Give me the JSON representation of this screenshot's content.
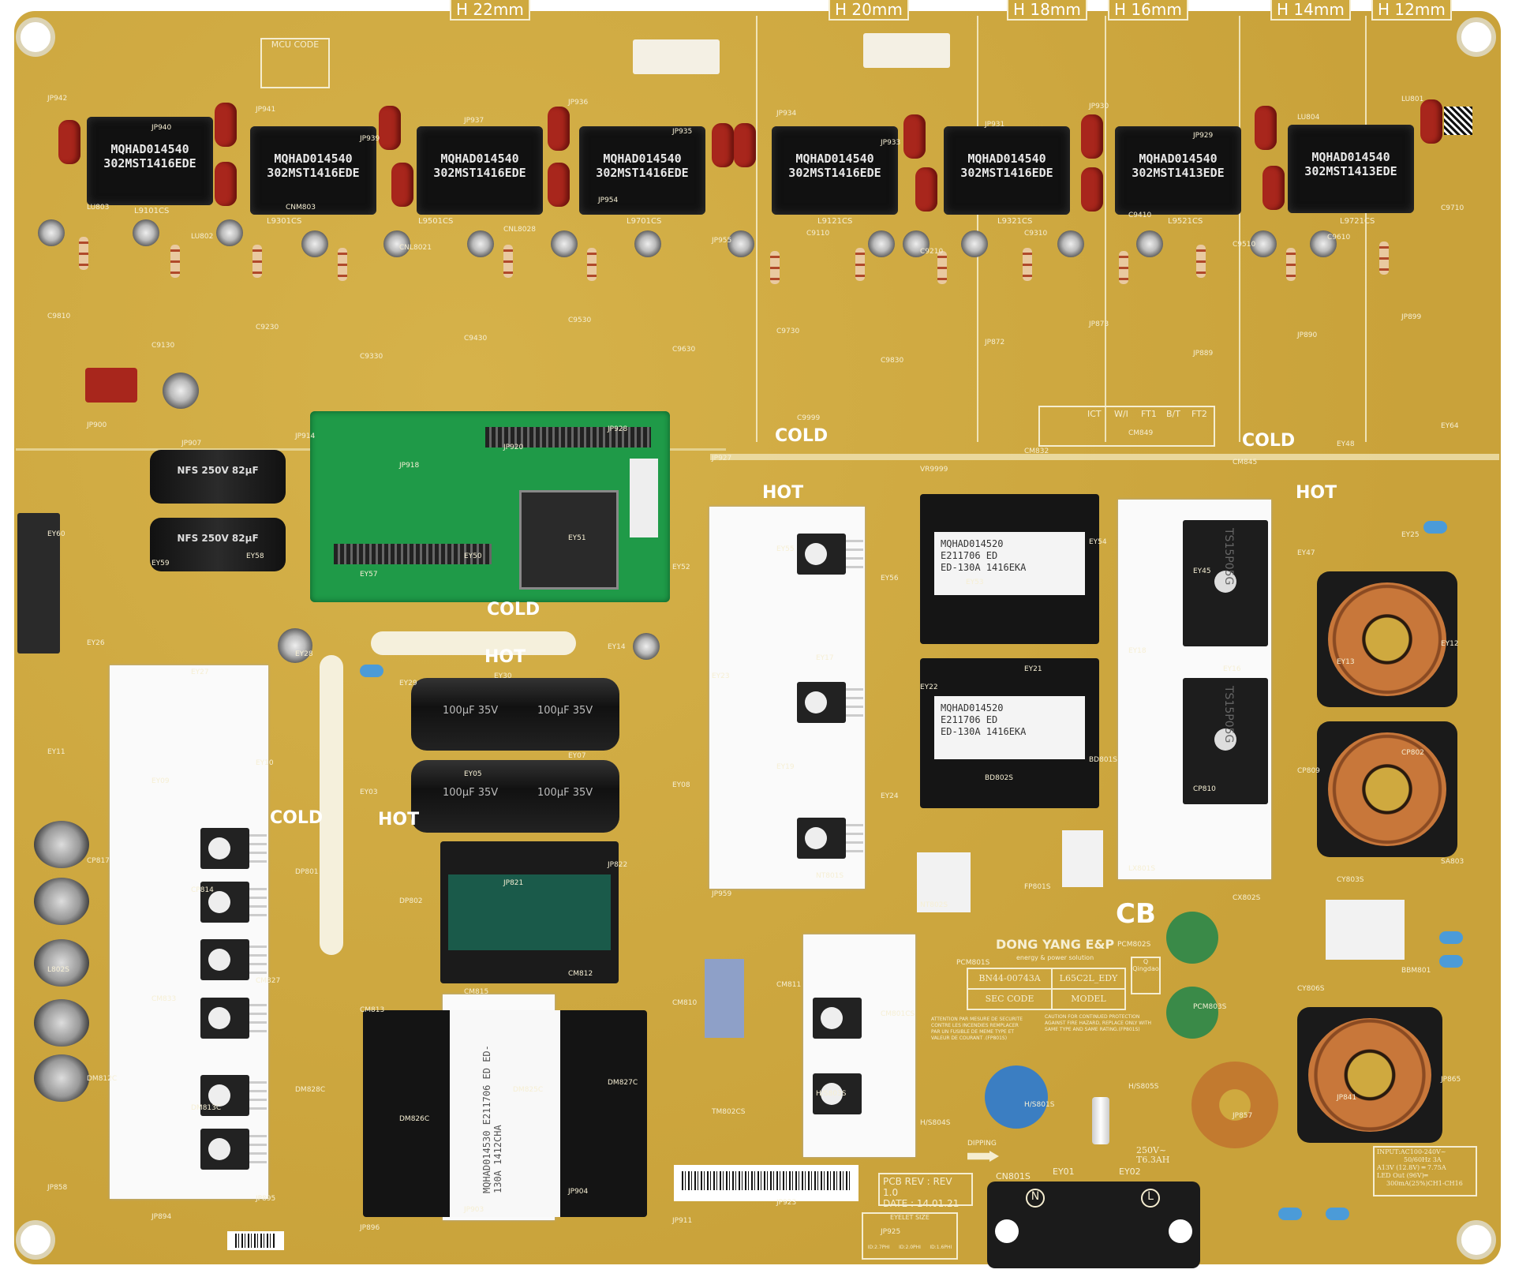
{
  "height_marks": [
    "H 22mm",
    "H 20mm",
    "H 18mm",
    "H 16mm",
    "H 14mm",
    "H 12mm"
  ],
  "mcu_code": "MCU CODE",
  "inductors": [
    {
      "line1": "MQHAD014540",
      "line2": "302MST1416EDE",
      "ref": "L9101CS"
    },
    {
      "line1": "MQHAD014540",
      "line2": "302MST1416EDE",
      "ref": "L9301CS"
    },
    {
      "line1": "MQHAD014540",
      "line2": "302MST1416EDE",
      "ref": "L9501CS"
    },
    {
      "line1": "MQHAD014540",
      "line2": "302MST1416EDE",
      "ref": "L9701CS"
    },
    {
      "line1": "MQHAD014540",
      "line2": "302MST1416EDE",
      "ref": "L9121CS"
    },
    {
      "line1": "MQHAD014540",
      "line2": "302MST1416EDE",
      "ref": "L9321CS"
    },
    {
      "line1": "MQHAD014540",
      "line2": "302MST1413EDE",
      "ref": "L9521CS"
    },
    {
      "line1": "MQHAD014540",
      "line2": "302MST1413EDE",
      "ref": "L9721CS"
    }
  ],
  "zones": {
    "cold1": "COLD",
    "cold2": "COLD",
    "cold3": "COLD",
    "cold4": "COLD",
    "hot1": "HOT",
    "hot2": "HOT",
    "hot3": "HOT",
    "hot4": "HOT",
    "cb": "CB"
  },
  "test_pads": [
    "ICT",
    "W/I",
    "FT1",
    "B/T",
    "FT2"
  ],
  "capacitors": {
    "small_black": "NFS 250V 82µF",
    "large": "100µF 35V"
  },
  "transformers": [
    {
      "l1": "MQHAD014520",
      "l2": "E211706 ED",
      "l3": "ED-130A 1416EKA"
    },
    {
      "l1": "MQHAD014520",
      "l2": "E211706 ED",
      "l3": "ED-130A 1416EKA"
    },
    {
      "l1": "MQHAD014530",
      "l2": "E211706 ED",
      "l3": "ED-130A 1412CHA"
    }
  ],
  "rectifiers": [
    "TS15P05G",
    "TS15P05G"
  ],
  "label_block": {
    "brand": "DONG YANG E&P",
    "tagline": "energy & power solution",
    "sec_code_value": "BN44-00743A",
    "model_value": "L65C2L_EDY",
    "sec_code_label": "SEC CODE",
    "model_label": "MODEL",
    "origin_q": "Q",
    "origin": "Qingdao"
  },
  "attention": "ATTENTION PAR MESURE DE SECURITE CONTRE LES INCENDIES REMPLACER PAR UN FUSIBLE DE MEME TYPE ET VALEUR DE COURANT .(FP801S)",
  "caution": "CAUTION FOR CONTINUED PROTECTION AGAINST FIRE HAZARD, REPLACE ONLY WITH SAME TYPE AND SAME RATING.(FP801S)",
  "pcb_rev": "PCB REV : REV 1.0",
  "date": "DATE : 14.01.21",
  "eyelet": {
    "title": "EYELET SIZE",
    "s1": "ID:2.7PHI",
    "s2": "ID:2.0PHI",
    "s3": "ID:1.6PHI"
  },
  "rating": {
    "input1": "INPUT:AC100-240V~",
    "input2": "50/60Hz 3A",
    "a13v": "A13V (12.8V) ═ 7.75A",
    "led1": "LED Out (96V)═",
    "led2": "300mA(25%)CH1-CH16"
  },
  "fuse": {
    "v": "250V~",
    "a": "T6.3AH"
  },
  "dipping": "DIPPING",
  "connector": {
    "ref": "CN801S",
    "n": "N",
    "l": "L",
    "ey1": "EY01",
    "ey2": "EY02"
  },
  "refs": [
    "JP942",
    "JP940",
    "JP941",
    "JP939",
    "JP937",
    "JP936",
    "JP935",
    "JP934",
    "JP933",
    "JP931",
    "JP930",
    "JP929",
    "LU804",
    "LU801",
    "LU803",
    "LU802",
    "CNM803",
    "CNL8021",
    "CNL8028",
    "JP954",
    "JP955",
    "C9110",
    "C9210",
    "C9310",
    "C9410",
    "C9510",
    "C9610",
    "C9710",
    "C9810",
    "C9130",
    "C9230",
    "C9330",
    "C9430",
    "C9530",
    "C9630",
    "C9730",
    "C9830",
    "JP872",
    "JP873",
    "JP889",
    "JP890",
    "JP899",
    "JP900",
    "JP907",
    "JP914",
    "JP918",
    "JP920",
    "JP928",
    "JP927",
    "C9999",
    "VR9999",
    "CM832",
    "CM849",
    "CM845",
    "EY48",
    "EY64",
    "EY60",
    "EY59",
    "EY58",
    "EY57",
    "EY50",
    "EY51",
    "EY52",
    "EY55",
    "EY56",
    "EY53",
    "EY54",
    "EY45",
    "EY47",
    "EY25",
    "EY26",
    "EY27",
    "EY28",
    "EY29",
    "EY30",
    "EY14",
    "EY23",
    "EY17",
    "EY22",
    "EY21",
    "EY18",
    "EY16",
    "EY13",
    "EY12",
    "EY11",
    "EY09",
    "EY10",
    "EY03",
    "EY05",
    "EY07",
    "EY08",
    "EY19",
    "EY24",
    "BD802S",
    "BD801S",
    "CP810",
    "CP809",
    "CP802",
    "CP817",
    "CP814",
    "DP801",
    "DP802",
    "JP821",
    "JP822",
    "JP959",
    "NT801S",
    "NT802S",
    "FP801S",
    "LX801S",
    "CX802S",
    "CY803S",
    "SA803",
    "L802S",
    "CM833",
    "CM827",
    "CM813",
    "CM815",
    "CM812",
    "CM810",
    "CM811",
    "CM801CS",
    "PCM801S",
    "PCM802S",
    "PCM803S",
    "CY806S",
    "BBM801",
    "DM812C",
    "DM813C",
    "DM828C",
    "DM826C",
    "DM825C",
    "DM827C",
    "TM802CS",
    "H/S803S",
    "H/S804S",
    "H/S801S",
    "H/S805S",
    "JP857",
    "JP841",
    "JP865",
    "JP858",
    "JP894",
    "JP895",
    "JP896",
    "JP903",
    "JP904",
    "JP911",
    "JP923",
    "JP925"
  ]
}
